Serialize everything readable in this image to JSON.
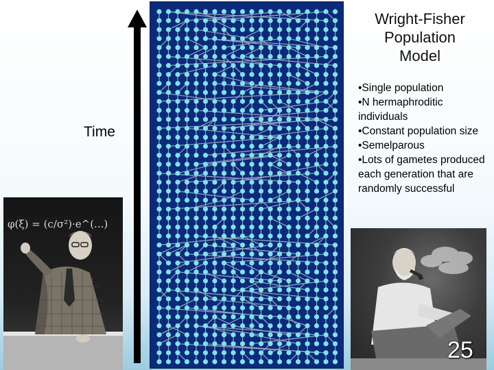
{
  "title_lines": [
    "Wright-Fisher",
    "Population",
    "Model"
  ],
  "time_label": "Time",
  "bullets": [
    "•Single population",
    "•N hermaphroditic individuals",
    "•Constant population size",
    "•Semelparous",
    "•Lots of gametes produced each generation that are randomly successful"
  ],
  "slide_number": "25",
  "diagram": {
    "individuals_per_generation": 20,
    "generations": 40,
    "colors": {
      "background": "#0b2a7a",
      "node": "#7fe3ee",
      "link": "#9aa6bd"
    }
  },
  "photos": {
    "left_board_text": "φ(ξ) = (c/σ²)·e^(...)",
    "left": "photo-of-man-at-blackboard",
    "right": "photo-of-man-smoking-pipe"
  }
}
